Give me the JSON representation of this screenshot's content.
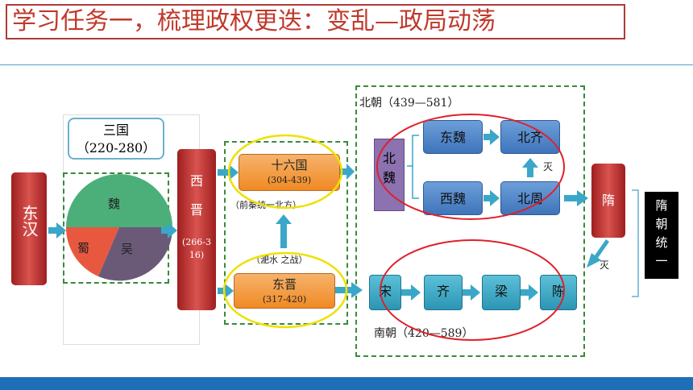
{
  "title": "学习任务一，梳理政权更迭：变乱—政局动荡",
  "nodes": {
    "donghan": "东汉",
    "sanguo_title": "三国",
    "sanguo_years": "（220-280）",
    "wei": "魏",
    "shu": "蜀",
    "wu": "吴",
    "xijin_name": "西晋",
    "xijin_years": "(266-316)",
    "shiliuguo": "十六国",
    "shiliuguo_years": "(304-439)",
    "qianqin": "（前秦统一北方）",
    "feishui": "（淝水  之战）",
    "dongjin": "东晋",
    "dongjin_years": "(317-420)",
    "beichao": "北朝（439—581）",
    "beiwei": "北魏",
    "dongwei": "东魏",
    "beiqi": "北齐",
    "xiwei": "西魏",
    "beizhou": "北周",
    "mie1": "灭",
    "sui": "隋",
    "sui_unify": "隋朝统一",
    "mie2": "灭",
    "song": "宋",
    "qi": "齐",
    "liang": "梁",
    "chen": "陈",
    "nanchao": "南朝（420—589）"
  },
  "colors": {
    "title_red": "#c0392b",
    "green_pie": "#4caf7a",
    "shu_red": "#e8583f",
    "wu_purple": "#6a5a78",
    "arrow_teal": "#3aa7c8",
    "oval_yellow": "#f0e000",
    "oval_red": "#e0202a"
  }
}
